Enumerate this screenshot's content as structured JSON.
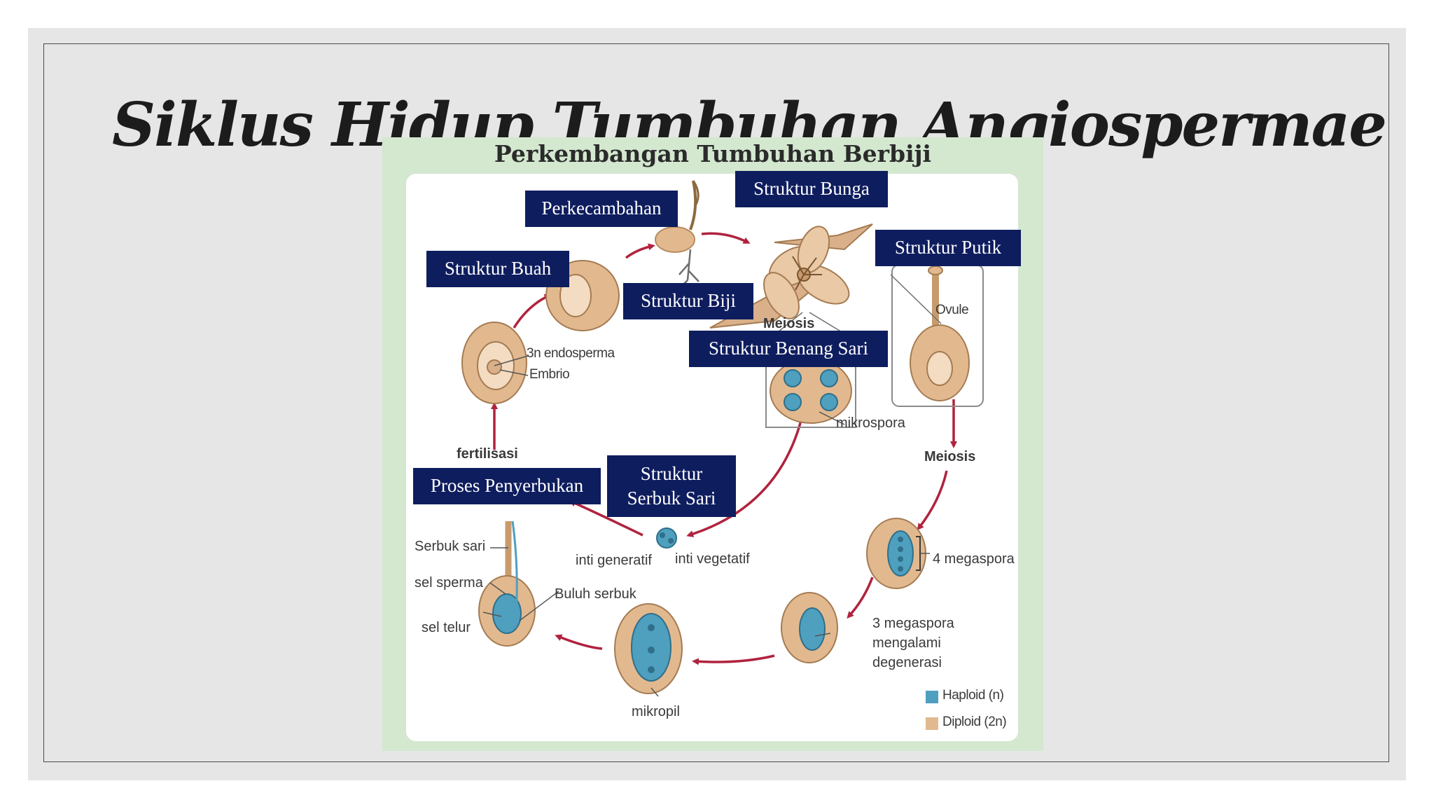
{
  "slide": {
    "title": "Siklus Hidup Tumbuhan Angiospermae"
  },
  "figure": {
    "title": "Perkembangan Tumbuhan Berbiji",
    "labels": {
      "endosperm": "3n endosperma",
      "embrio": "Embrio",
      "fertilisasi": "fertilisasi",
      "meiosis_top": "Meiosis",
      "meiosis_right": "Meiosis",
      "ovule": "Ovule",
      "mikrospora": "mikrospora",
      "serbuk_sari": "Serbuk sari",
      "sel_sperma": "sel sperma",
      "sel_telur": "sel telur",
      "buluh_serbuk": "Buluh serbuk",
      "inti_generatif": "inti generatif",
      "inti_vegetatif": "inti vegetatif",
      "empat_megaspora": "4 megaspora",
      "tiga_megaspora_1": "3 megaspora",
      "tiga_megaspora_2": "mengalami",
      "tiga_megaspora_3": "degenerasi",
      "mikropil": "mikropil"
    },
    "legend": [
      {
        "label": "Haploid (n)",
        "color": "#4f9fbf"
      },
      {
        "label": "Diploid (2n)",
        "color": "#e2b98f"
      }
    ],
    "callouts": {
      "perkecambahan": "Perkecambahan",
      "struktur_bunga": "Struktur Bunga",
      "struktur_putik": "Struktur Putik",
      "struktur_buah": "Struktur Buah",
      "struktur_biji": "Struktur Biji",
      "struktur_benang_sari": "Struktur Benang Sari",
      "struktur_serbuk_sari_1": "Struktur",
      "struktur_serbuk_sari_2": "Serbuk Sari",
      "proses_penyerbukan": "Proses Penyerbukan"
    },
    "colors": {
      "diploid": "#e2b98f",
      "haploid": "#4f9fbf",
      "arrow": "#b0233e",
      "callout_bg": "#0e1d5e"
    }
  }
}
